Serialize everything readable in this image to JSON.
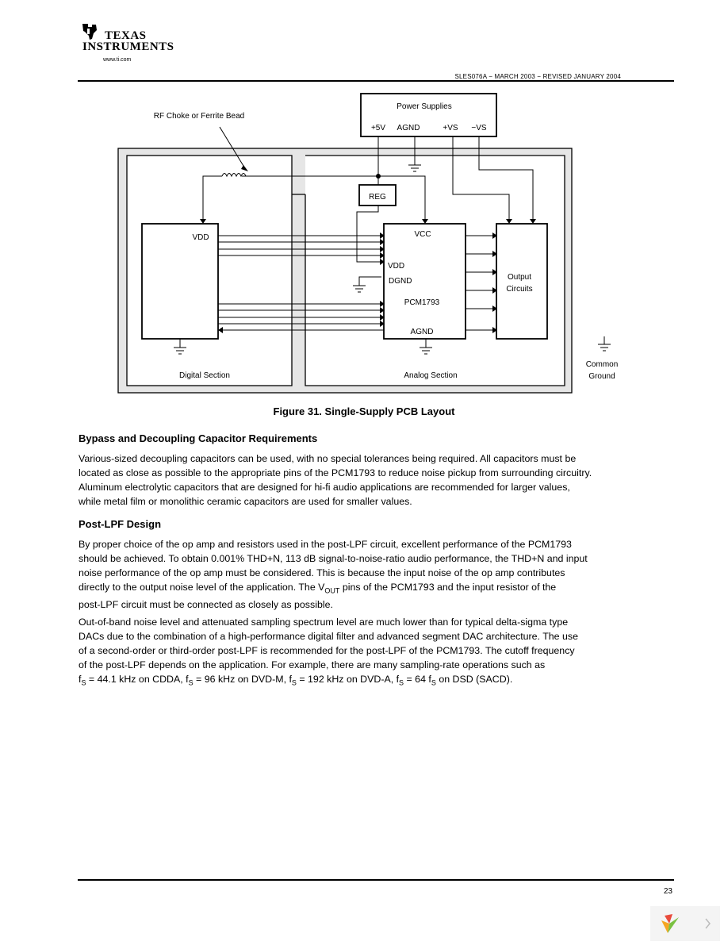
{
  "header": {
    "company_line1": "TEXAS",
    "company_line2": "INSTRUMENTS",
    "url": "www.ti.com",
    "doc_number": "SLES076A − MARCH 2003 − REVISED JANUARY 2004"
  },
  "figure": {
    "labels": {
      "power_supplies": "Power Supplies",
      "plus5v": "+5V",
      "agnd_supply": "AGND",
      "plus_vs": "+VS",
      "minus_vs": "−VS",
      "rf_choke": "RF Choke or Ferrite Bead",
      "reg": "REG",
      "vdd_digital": "VDD",
      "vcc": "VCC",
      "vdd": "VDD",
      "dgnd": "DGND",
      "pcm1793": "PCM1793",
      "agnd": "AGND",
      "output_circuits_1": "Output",
      "output_circuits_2": "Circuits",
      "digital_section": "Digital Section",
      "analog_section": "Analog Section",
      "common_ground_1": "Common",
      "common_ground_2": "Ground"
    },
    "caption": "Figure 31. Single-Supply PCB Layout"
  },
  "section1": {
    "heading": "Bypass and Decoupling Capacitor Requirements",
    "lines": [
      "Various-sized decoupling capacitors can be used, with no special tolerances being required. All capacitors must be",
      "located as close as possible to the appropriate pins of the PCM1793 to reduce noise pickup from surrounding circuitry.",
      "Aluminum electrolytic capacitors that are designed for hi-fi audio applications are recommended for larger values,",
      "while metal film or monolithic ceramic capacitors are used for smaller values."
    ]
  },
  "section2": {
    "heading": "Post-LPF Design",
    "lines": [
      "By proper choice of the op amp and resistors used in the post-LPF circuit, excellent performance of the PCM1793",
      "should be achieved. To obtain 0.001% THD+N, 113 dB signal-to-noise-ratio audio performance, the THD+N and input",
      "noise performance of the op amp must be considered. This is because the input noise of the op amp contributes"
    ],
    "line4_pre": "directly to the output noise level of the application. The V",
    "line4_sub": "OUT",
    "line4_post": " pins of the PCM1793 and the input resistor of the",
    "line5": "post-LPF circuit must be connected as closely as possible."
  },
  "section3": {
    "lines": [
      "Out-of-band noise level and attenuated sampling spectrum level are much lower than for typical delta-sigma type",
      "DACs due to the combination of a high-performance digital filter and advanced segment DAC architecture. The use",
      "of a second-order or third-order post-LPF is recommended for the post-LPF of the PCM1793. The cutoff frequency",
      "of the post-LPF depends on the application. For example, there are many sampling-rate operations such as"
    ],
    "last_line": {
      "f": "f",
      "s": "S",
      "t1": " = 44.1 kHz on CDDA, f",
      "t2": " = 96 kHz on DVD-M, f",
      "t3": " = 192 kHz on DVD-A, f",
      "t4": " = 64 f",
      "t5": " on DSD (SACD)."
    }
  },
  "footer": {
    "page_number": "23"
  }
}
